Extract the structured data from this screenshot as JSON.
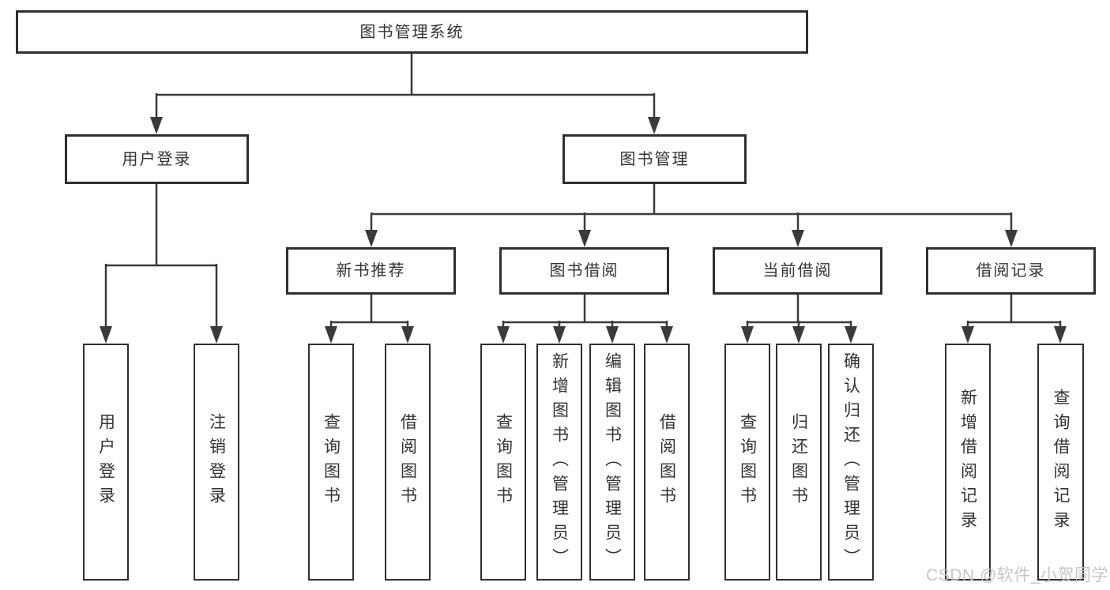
{
  "diagram_title": "图书管理系统",
  "nodes": {
    "root": "图书管理系统",
    "user_login": "用户登录",
    "book_management": "图书管理",
    "new_book_recommend": "新书推荐",
    "book_borrow": "图书借阅",
    "current_borrow": "当前借阅",
    "borrow_records": "借阅记录",
    "ul_user_login": "用户登录",
    "ul_logout": "注销登录",
    "nb_query_books": "查询图书",
    "nb_borrow_books": "借阅图书",
    "bb_query_books": "查询图书",
    "bb_add_books_admin": "新增图书（管理员）",
    "bb_edit_books_admin": "编辑图书（管理员）",
    "bb_borrow_books": "借阅图书",
    "cb_query_books": "查询图书",
    "cb_return_books": "归还图书",
    "cb_confirm_return_admin": "确认归还（管理员）",
    "br_add_record": "新增借阅记录",
    "br_query_record": "查询借阅记录"
  },
  "hierarchy": {
    "图书管理系统": {
      "用户登录": [
        "用户登录",
        "注销登录"
      ],
      "图书管理": {
        "新书推荐": [
          "查询图书",
          "借阅图书"
        ],
        "图书借阅": [
          "查询图书",
          "新增图书（管理员）",
          "编辑图书（管理员）",
          "借阅图书"
        ],
        "当前借阅": [
          "查询图书",
          "归还图书",
          "确认归还（管理员）"
        ],
        "借阅记录": [
          "新增借阅记录",
          "查询借阅记录"
        ]
      }
    }
  },
  "watermark": {
    "text": "CSDN @软件_小贺同学"
  },
  "colors": {
    "line": "#3a3a3a",
    "box_border": "#2f2f2f",
    "text": "#333333",
    "watermark": "#c7bfbf",
    "background": "#ffffff"
  }
}
